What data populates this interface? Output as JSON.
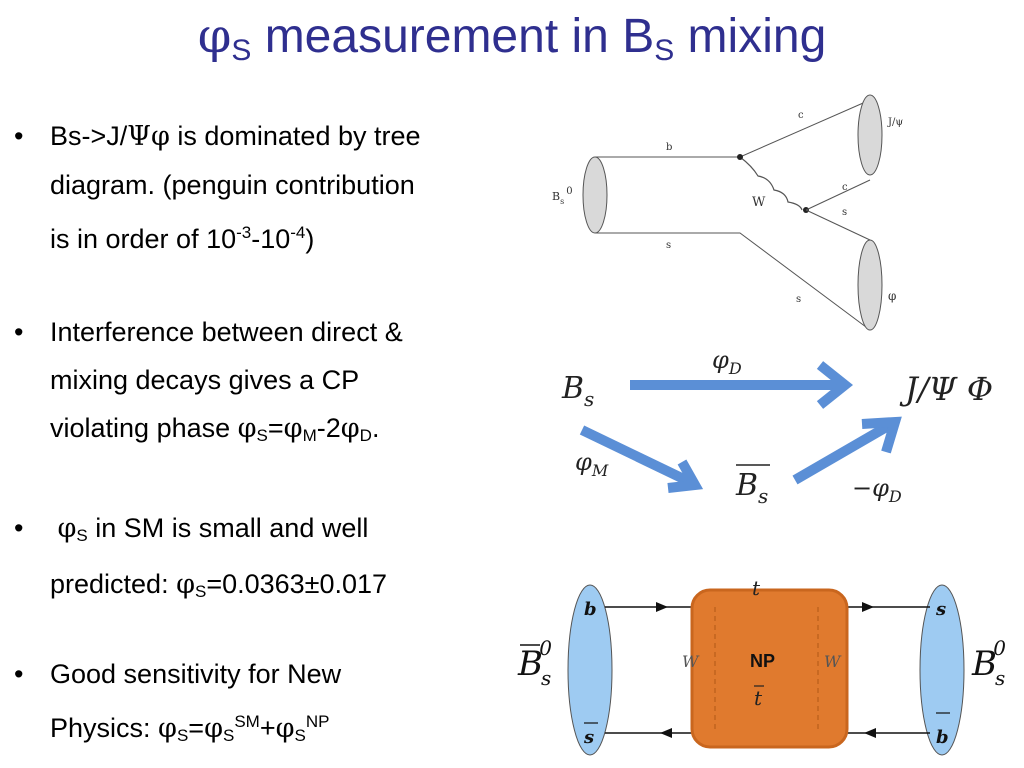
{
  "title": {
    "phi": "φ",
    "phi_sub": "S",
    "middle": " measurement in B",
    "b_sub": "S",
    "end": " mixing"
  },
  "bullets": [
    {
      "marker": "•",
      "t1": "Bs->J/",
      "psi": "Ψφ",
      "t2": " is dominated by tree",
      "line2": "diagram. (penguin contribution",
      "t3": "is in order of 10",
      "sup1": "-3",
      "t4": "-10",
      "sup2": "-4",
      "t5": ")"
    },
    {
      "marker": "•",
      "line1": "Interference between direct &",
      "line2": "mixing decays gives a CP",
      "t1": "violating phase ",
      "phi1": "φ",
      "sub1": "S",
      "eq": "=",
      "phi2": "φ",
      "sub2": "M",
      "minus2": "-2",
      "phi3": "φ",
      "sub3": "D",
      "end": "."
    },
    {
      "marker": "•",
      "phi": "φ",
      "sub": "S",
      "t1": " in SM is small and well",
      "t2": "predicted: ",
      "phi2": "φ",
      "sub2": "S",
      "value": "=0.0363±0.017"
    },
    {
      "marker": "•",
      "line1": "Good sensitivity for New",
      "t1": "Physics: ",
      "phi1": "φ",
      "sub1": "S",
      "eq": "=",
      "phi2": "φ",
      "sub2": "S",
      "sup2": "SM",
      "plus": "+",
      "phi3": "φ",
      "sub3": "S",
      "sup3": "NP"
    }
  ],
  "feynman": {
    "bs_label": "B",
    "bs_sub": "s",
    "bs_sup": "0",
    "b": "b",
    "s_bottom": "s",
    "w": "W",
    "c_top": "c",
    "c_mid": "c",
    "s_mid": "s",
    "s_low": "s",
    "jpsi": "J/ψ",
    "phi": "φ"
  },
  "phase": {
    "bs": "B",
    "bs_sub": "s",
    "phi_d": "φ",
    "phi_d_sub": "D",
    "phi_m": "φ",
    "phi_m_sub": "M",
    "bsbar": "B",
    "bsbar_sub": "s",
    "final": "J/Ψ Φ",
    "minus_phi_d": "−φ",
    "minus_phi_d_sub": "D",
    "arrow_color": "#5b8fd6"
  },
  "box": {
    "bbar": "B",
    "bbar_sub": "s",
    "bbar_sup": "0",
    "b0": "B",
    "b0_sub": "s",
    "b0_sup": "0",
    "q_b": "b",
    "q_sbar": "s",
    "q_s": "s",
    "q_bbar": "b",
    "t": "t",
    "tbar": "t",
    "w_left": "W",
    "w_right": "W",
    "np": "NP",
    "np_color": "#e07a2e",
    "meson_color": "#9ecbf2"
  }
}
